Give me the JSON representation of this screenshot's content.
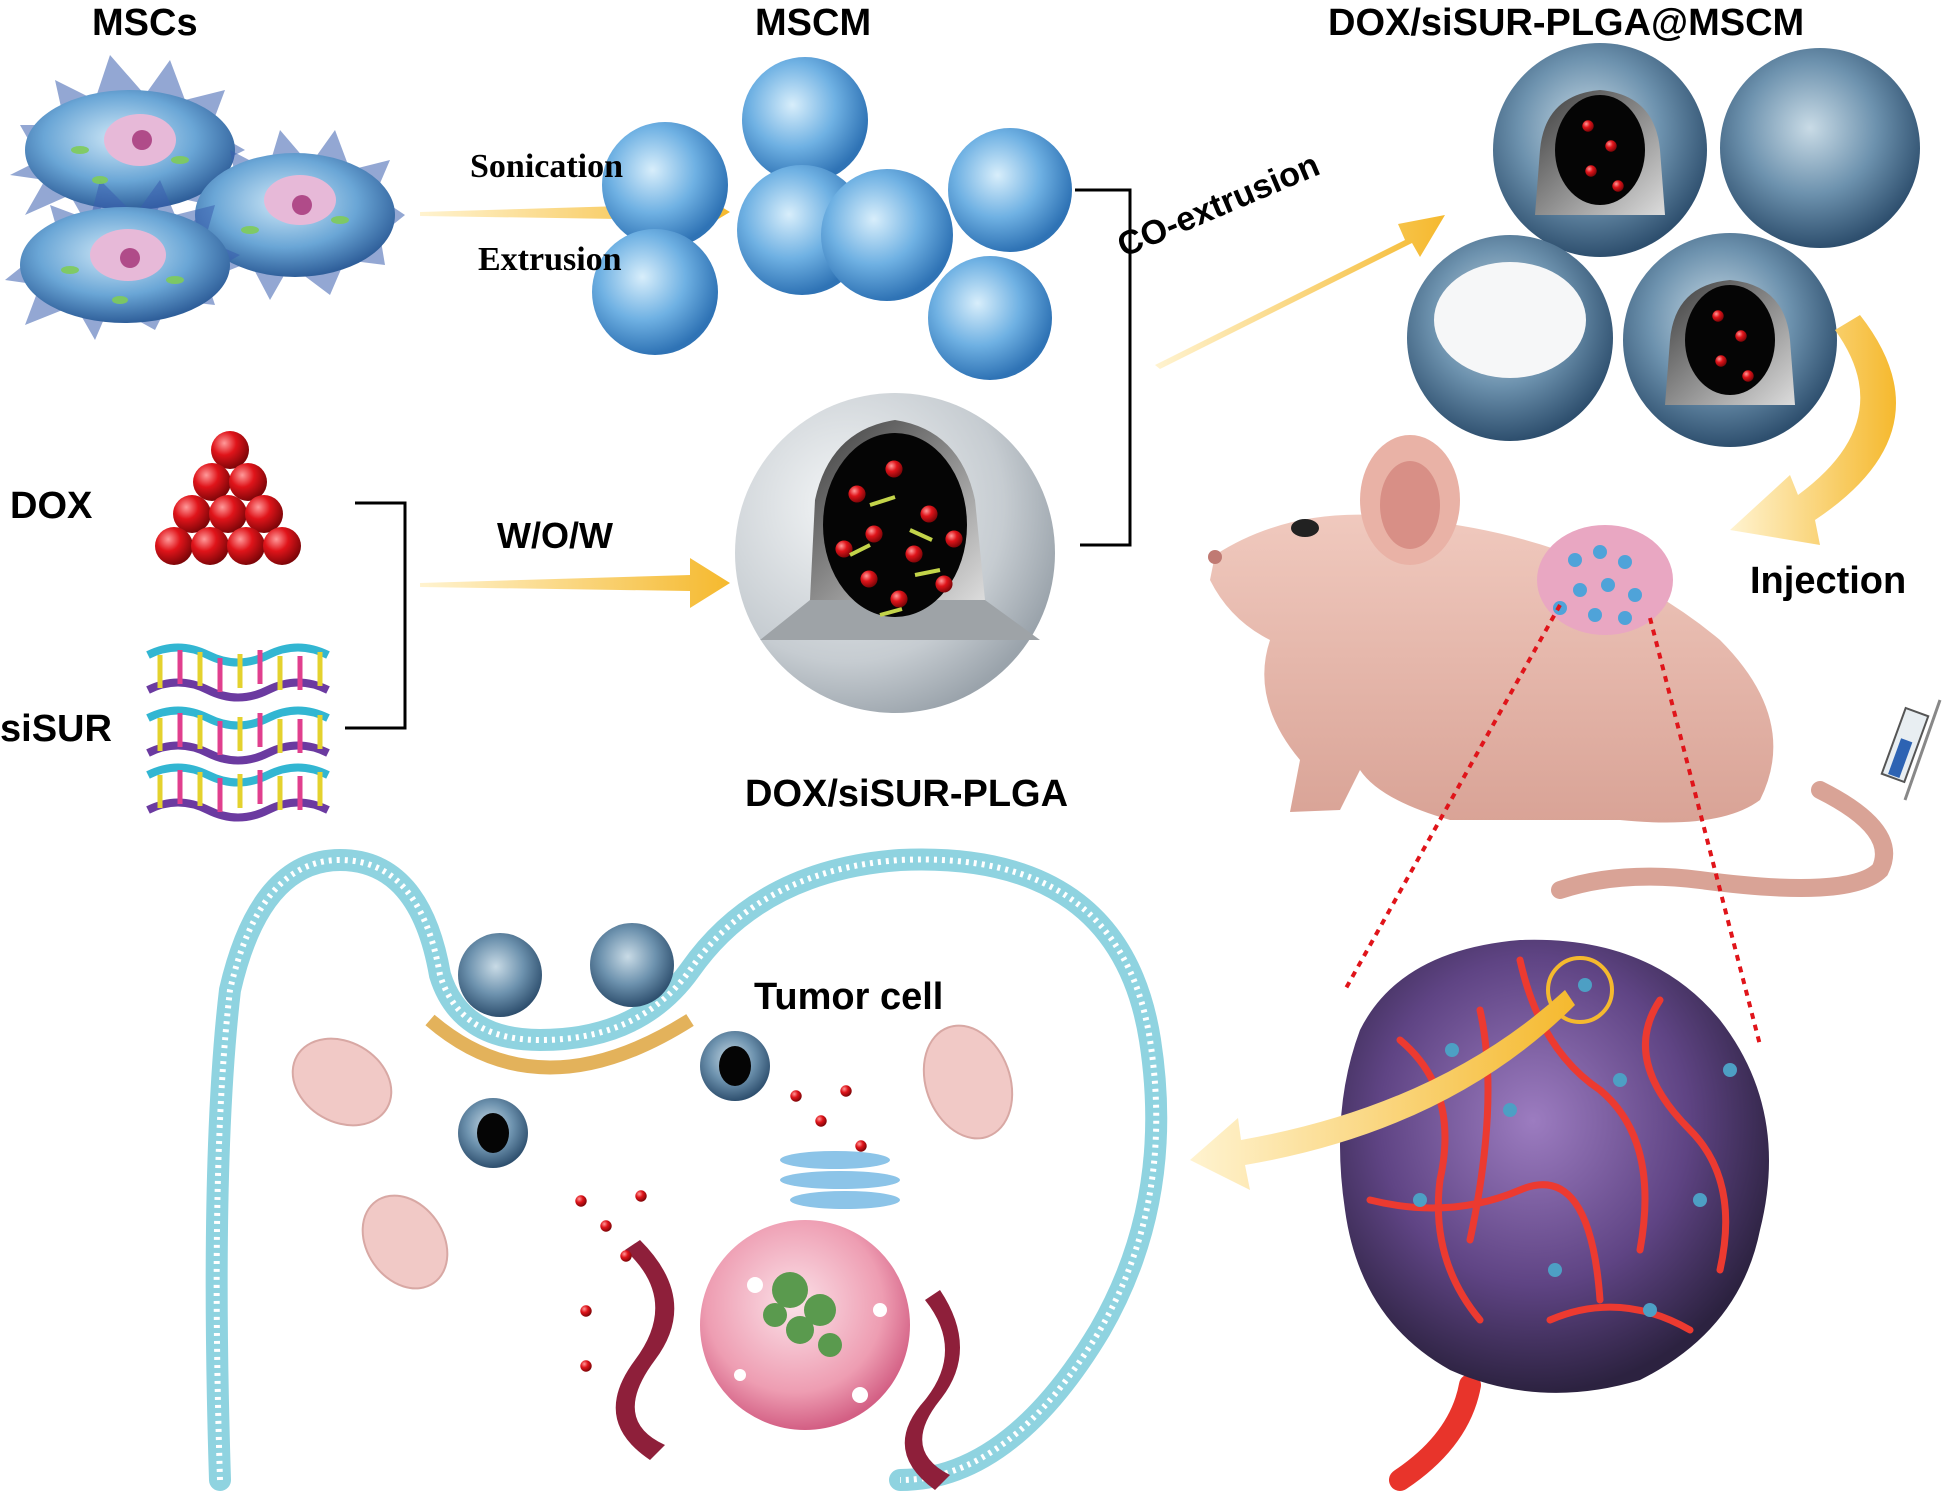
{
  "labels": {
    "mscs": "MSCs",
    "mscm": "MSCM",
    "final_np": "DOX/siSUR-PLGA@MSCM",
    "sonication": "Sonication",
    "extrusion": "Extrusion",
    "co_extrusion": "CO-extrusion",
    "dox": "DOX",
    "sisur": "siSUR",
    "wow": "W/O/W",
    "plga_np": "DOX/siSUR-PLGA",
    "injection": "Injection",
    "tumor_cell": "Tumor cell"
  },
  "colors": {
    "arrow": "#f5b92e",
    "dox_bead": "#e0141a",
    "membrane_vesicle": "#5ba8dc",
    "mouse_skin": "#e7b9ad",
    "tumor": "#6e4e8e",
    "vessel": "#e8342b",
    "bilayer": "#8fd3e0",
    "nucleus": "#e8869f",
    "mitochondria": "#f1c9c6",
    "er": "#8e1f3a",
    "golgi": "#8cc4e8"
  }
}
